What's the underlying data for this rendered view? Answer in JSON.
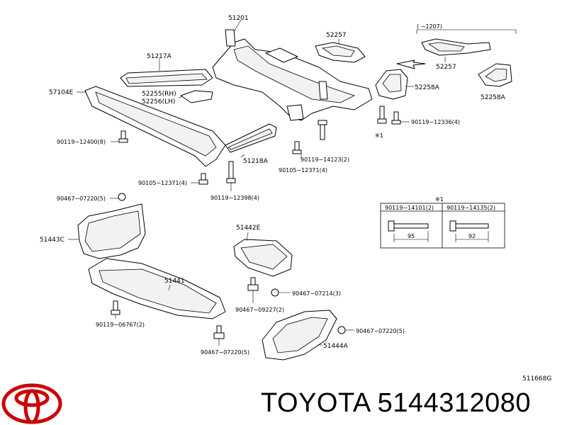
{
  "labels": {
    "p51201": "51201",
    "p52257a": "52257",
    "range": "(      −1207)",
    "p52257b": "52257",
    "p51217A": "51217A",
    "p57104E": "57104E",
    "p52255": "52255(RH)",
    "p52256": "52256(LH)",
    "p52258A_a": "52258A",
    "p52258A_b": "52258A",
    "b90119_12400": "90119−12400(8)",
    "b90119_12336": "90119−12336(4)",
    "mark1": "※1",
    "p51218A": "51218A",
    "b90119_14123": "90119−14123(2)",
    "b90105_12371a": "90105−12371(4)",
    "b90105_12371b": "90105−12371(4)",
    "b90119_12398": "90119−12398(4)",
    "c90467_07220a": "90467−07220(5)",
    "p51443C": "51443C",
    "p51442E": "51442E",
    "p51441": "51441",
    "c90467_07214": "90467−07214(3)",
    "c90467_09227": "90467−09227(2)",
    "b90119_06767": "90119−06767(2)",
    "c90467_07220b": "90467−07220(5)",
    "c90467_07220c": "90467−07220(5)",
    "p51444A": "51444A",
    "table_mark": "※1",
    "table_col1": "90119−14101(2)",
    "table_col2": "90119−14135(2)",
    "dim1": "95",
    "dim2": "92"
  },
  "diagram_code": "511668G",
  "brand": {
    "title": "TOYOTA 5144312080",
    "logo_color": "#cc0000"
  }
}
